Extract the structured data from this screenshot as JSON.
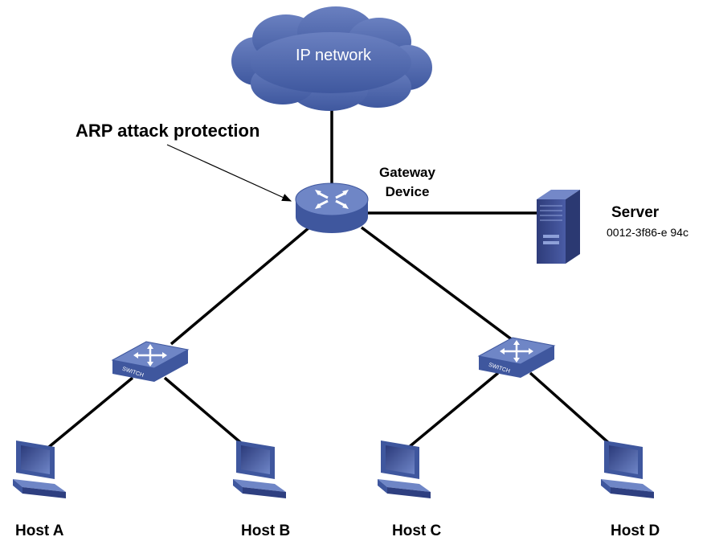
{
  "diagram": {
    "cloud_label": "IP network",
    "callout": "ARP attack protection",
    "gateway": {
      "line1": "Gateway",
      "line2": "Device"
    },
    "server": {
      "name": "Server",
      "mac": "0012-3f86-e 94c"
    },
    "switch_text": "SWITCH",
    "hosts": [
      "Host A",
      "Host B",
      "Host C",
      "Host D"
    ]
  },
  "colors": {
    "cloud": "#4a63a8",
    "device_blue": "#5b74b8",
    "server": "#3e4f95",
    "link": "#000000"
  }
}
